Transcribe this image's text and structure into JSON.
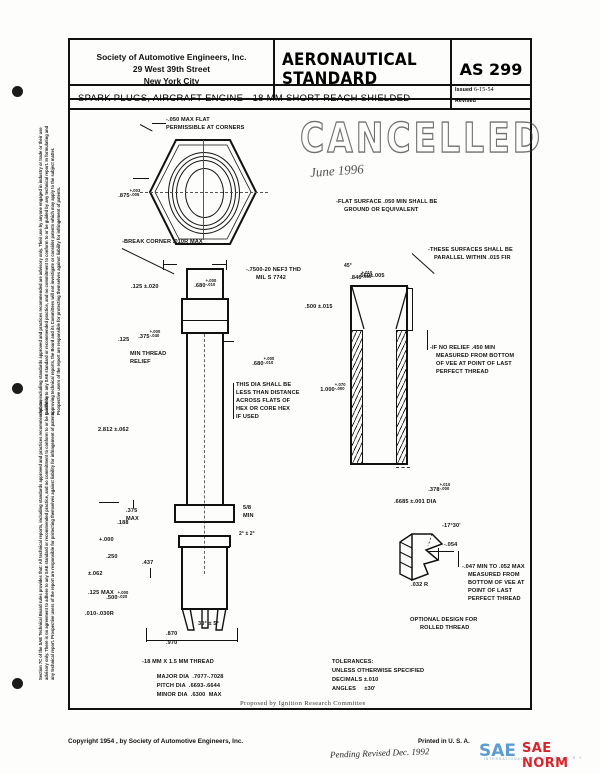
{
  "header": {
    "society_lines": [
      "Society of Automotive Engineers, Inc.",
      "29 West 39th Street",
      "New York City"
    ],
    "standard_type": "AERONAUTICAL STANDARD",
    "standard_number": "AS 299",
    "title": "SPARK PLUGS, AIRCRAFT ENGINE - 18 MM SHORT REACH SHIELDED",
    "issued_label": "Issued",
    "issued_date": "6-15-54",
    "revised_label": "Revised",
    "revised_date": ""
  },
  "stamp": {
    "cancelled_text": "CANCELLED",
    "cancelled_date": "June 1996",
    "pending_note": "Pending Revised Dec. 1992"
  },
  "sidebar": {
    "upper_text": "reports, including standards approved and practices recommended are advisory only. Their use by anyone engaged in industry or trade or their use to adhere to any SAE standard or recommended practice, and no commitment to conform to or be guided by any technical report. In formulating and approving technical reports, the Board and its Committees will not investigate or consider patents which may apply to the subject matter. Prospective users of the report are responsible for protecting themselves against liability for infringement of patents.",
    "lower_text": "Section 7C of the SAE Technical Board rules provides that: All technical reports, including standards approved and practices recommended, are advisory only. There is no agreement to adhere to any SAE standard or recommended practice, and no commitment to conform to or be guided by any technical report. Prospective users of the report are responsible for protecting themselves against liability for infringement of patents."
  },
  "views": {
    "top_view": {
      "name": "hex-end-view",
      "notes": [
        "-.050 MAX FLAT",
        "PERMISSIBLE AT CORNERS"
      ],
      "dimension_across_flats": ".875",
      "tol_plus": "+.003",
      "tol_minus": "-.005"
    },
    "flat_surface_note": [
      "-FLAT SURFACE .050 MIN SHALL BE",
      "GROUND OR EQUIVALENT"
    ],
    "side_view": {
      "name": "spark-plug-side-elevation",
      "break_corner": "-BREAK CORNER .010R MAX",
      "dim_680_top": ".680",
      "dim_680_top_plus": "+.000",
      "dim_680_top_minus": "-.010",
      "thread_spec_1": "-.7500-20 NEF3 THD",
      "thread_spec_2": "MIL S 7742",
      "dim_125_020": ".125 ±.020",
      "dim_375": ".375",
      "dim_375_plus": "+.000",
      "dim_375_minus": "-.040",
      "dim_125": ".125",
      "min_thread_relief": [
        "MIN THREAD",
        "RELIEF"
      ],
      "dim_680_low": ".680",
      "dim_680_low_plus": "+.000",
      "dim_680_low_minus": "-.010",
      "dia_note": [
        "THIS DIA SHALL BE",
        "LESS THAN DISTANCE",
        "ACROSS FLATS OF",
        "HEX OR CORE HEX",
        "IF USED"
      ],
      "dim_2812": "2.812 ±.062",
      "dim_188": ".188",
      "dim_188_plus": "+.000",
      "dim_375_max": ".375",
      "dim_375_max_label": "MAX",
      "dim_5_8": "5/8",
      "dim_5_8_label": "MIN",
      "dim_250": ".250",
      "dim_250_tol": "±.062",
      "angle_2deg": "2° ± 2°",
      "dim_500": ".500",
      "dim_500_plus": "+.000",
      "dim_500_minus": "-.020",
      "dim_125_max": ".125 MAX",
      "dim_010_030R": ".010-.030R",
      "dim_437": ".437",
      "dim_30deg": "30° ± 5°",
      "dim_870": ".870",
      "dim_970": ".970"
    },
    "section_view": {
      "name": "shield-section-view",
      "parallel_note": [
        "-THESE SURFACES SHALL BE",
        "PARALLEL WITHIN .015 FIR"
      ],
      "dim_840": ".840",
      "dim_840_plus": "+.010",
      "dim_840_minus": "-.000",
      "dim_560": ".560",
      "dim_560_tol": "±.005",
      "dim_45deg": "45°",
      "dim_500_015": ".500 ±.015",
      "dim_1000": "1.000",
      "dim_1000_plus": "+.070",
      "dim_1000_minus": "-.000",
      "relief_note": [
        "-IF NO RELIEF .450 MIN",
        "MEASURED FROM BOTTOM",
        "OF VEE AT POINT OF LAST",
        "PERFECT THREAD"
      ],
      "dim_378": ".378",
      "dim_378_plus": "+.010",
      "dim_378_minus": "-.000"
    },
    "thread_detail": {
      "name": "optional-rolled-thread-detail",
      "dia_note": ".6685 ±.001 DIA",
      "angle": "-17°30'",
      "dim_054": "-.054",
      "dim_032R": ".032 R",
      "note": [
        "-.047 MIN TO .052 MAX",
        "MEASURED FROM",
        "BOTTOM OF VEE AT",
        "POINT OF LAST",
        "PERFECT THREAD"
      ],
      "caption": [
        "OPTIONAL DESIGN FOR",
        "ROLLED THREAD"
      ]
    }
  },
  "thread_spec_block": {
    "title": "-18 MM X 1.5 MM THREAD",
    "rows": [
      {
        "label": "MAJOR DIA",
        "value": ".7077-.7028"
      },
      {
        "label": "PITCH DIA",
        "value": ".6693-.6644"
      },
      {
        "label": "MINOR DIA",
        "value": ".6300  MAX"
      }
    ]
  },
  "tolerances_block": {
    "title": "TOLERANCES:",
    "lines": [
      "UNLESS OTHERWISE SPECIFIED",
      "DECIMALS ±.010",
      "ANGLES     ±30'"
    ]
  },
  "footer": {
    "proposed_by": "Proposed by Ignition Research Committee",
    "copyright": "Copyright  1954  , by Society of Automotive Engineers, Inc.",
    "printed_in": "Printed  in U. S. A.",
    "watermark_text": "SAE NORM",
    "watermark_sub": "S U B S I D I A R Y",
    "logo_sub": "INTERNATIONAL"
  },
  "colors": {
    "ink": "#111111",
    "paper": "#fdfdfb",
    "watermark_red": "#d8232a",
    "logo_blue": "#3f8ccb"
  }
}
